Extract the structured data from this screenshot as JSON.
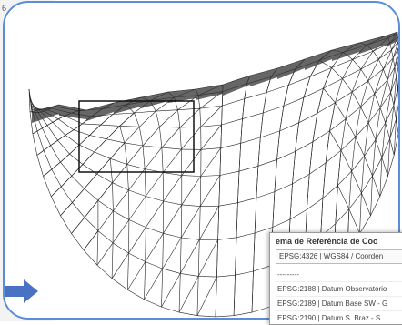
{
  "background": {
    "fragment_text": "6"
  },
  "crs_popup": {
    "title": "ema de Referência de Coo",
    "selected": "EPSG:4326 | WGS84 / Coorden",
    "items": [
      "---------",
      "EPSG:2188 | Datum Observatório",
      "EPSG:2189 | Datum Base SW - G",
      "EPSG:2190 | Datum S. Braz - S."
    ]
  },
  "colors": {
    "panel_border": "#5b8dd9",
    "arrow": "#4a72c4",
    "mesh_line": "#222222"
  },
  "icons": {
    "pointer_arrow": "arrow-right-icon"
  }
}
